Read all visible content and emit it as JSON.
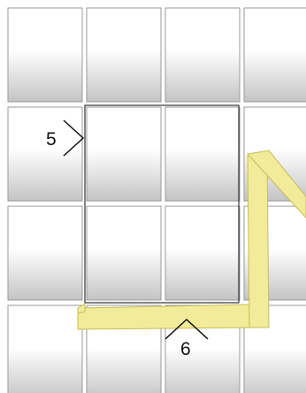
{
  "diagram": {
    "grid": {
      "rows": 4,
      "cols": 4
    },
    "highlight": {
      "row_start": 2,
      "row_end": 3,
      "col_start": 2,
      "col_end": 3
    },
    "labels": {
      "left_dimension": "5",
      "bottom_dimension": "6"
    },
    "colors": {
      "tile_top": "#ffffff",
      "tile_bottom": "#c4c4c4",
      "tile_border": "#9a9a9a",
      "highlight_border": "#333333",
      "ribbon_fill": "#f2eb9a",
      "ribbon_stroke": "#c7bd55",
      "marker": "#111111"
    }
  }
}
